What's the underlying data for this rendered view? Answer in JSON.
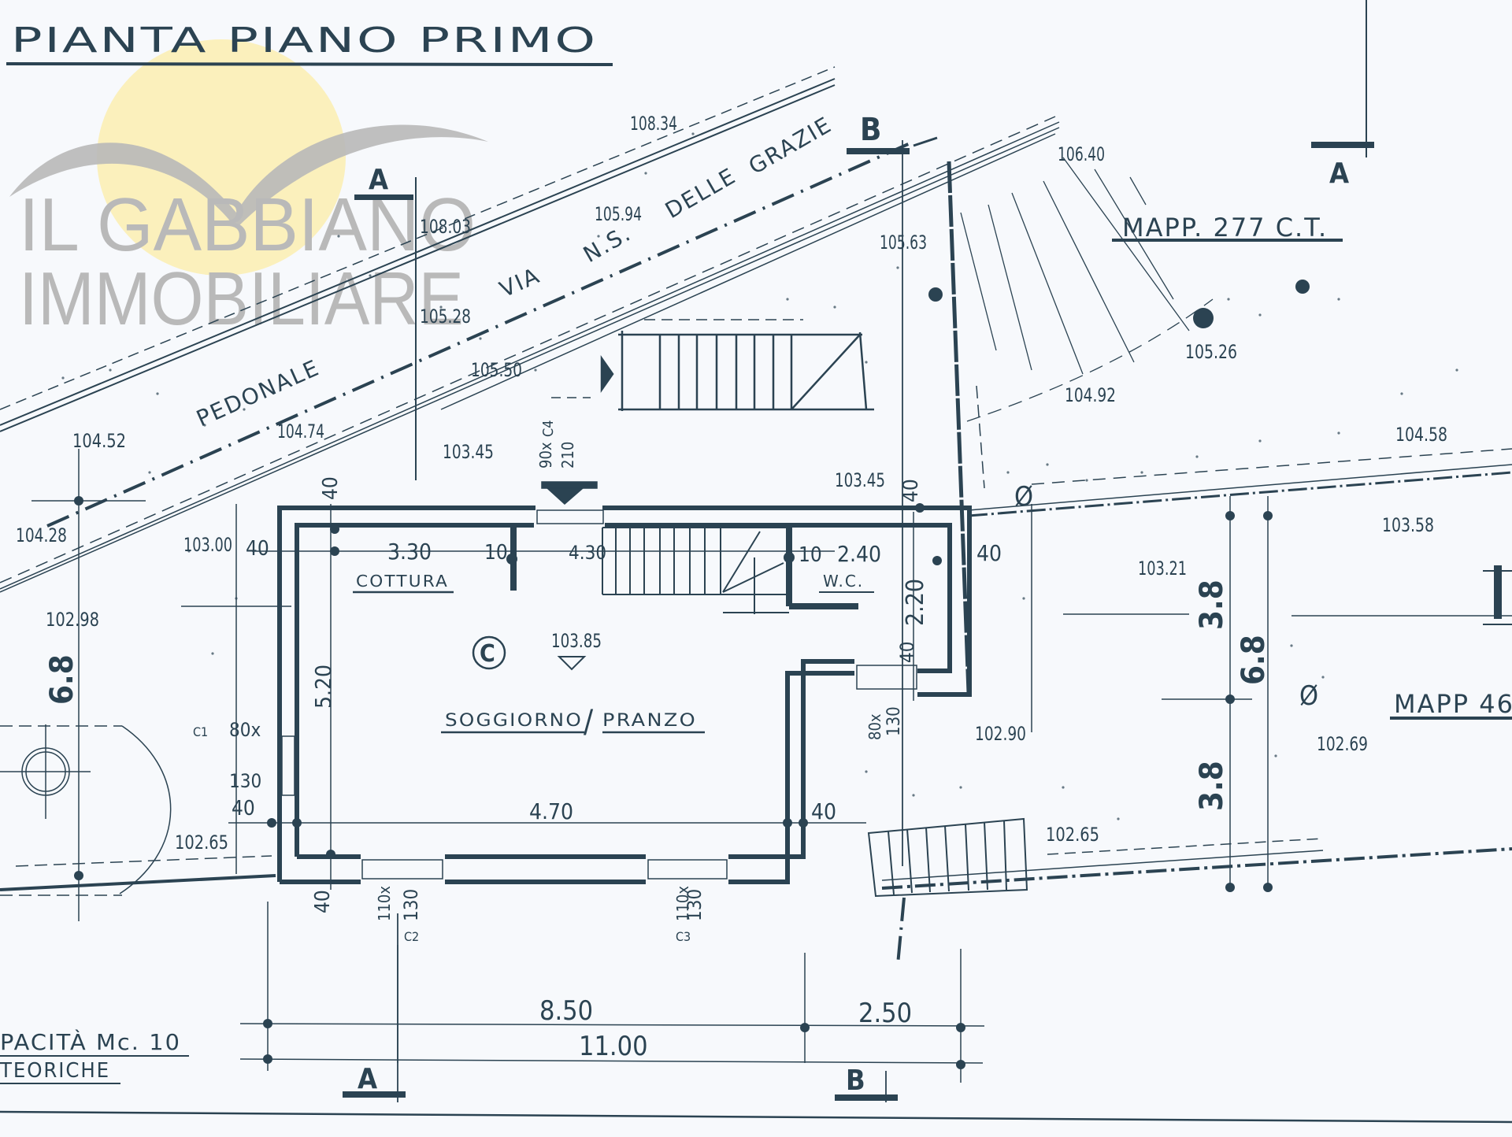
{
  "title": "PIANTA  PIANO PRIMO",
  "watermark": {
    "line1": "IL GABBIANO",
    "line2": "IMMOBILIARE",
    "sun_color": "#fbeeb0",
    "gull_color": "#b8b8b8"
  },
  "colors": {
    "ink": "#2b4352",
    "paper": "#f7f9fc"
  },
  "street": {
    "name_via": "VIA",
    "name_ns": "N.S.",
    "name_delle": "DELLE",
    "name_grazie": "GRAZIE",
    "pedonale": "PEDONALE"
  },
  "parcels": {
    "mapp_277": "MAPP. 277 C.T.",
    "mapp_46": "MAPP 46"
  },
  "sections": {
    "a_top_left": "A",
    "b_top": "B",
    "a_top_right": "A",
    "a_bottom": "A",
    "b_bottom": "B"
  },
  "elevations": {
    "e108_34": "108.34",
    "e108_03": "108.03",
    "e105_94": "105.94",
    "e105_28": "105.28",
    "e105_63": "105.63",
    "e106_40": "106.40",
    "e105_50": "105.50",
    "e104_52": "104.52",
    "e104_74": "104.74",
    "e103_45_top": "103.45",
    "e104_28": "104.28",
    "e102_98": "102.98",
    "e103_00": "103.00",
    "e103_45_wall": "103.45",
    "e105_26": "105.26",
    "e104_92": "104.92",
    "e104_58": "104.58",
    "e103_58": "103.58",
    "e103_21": "103.21",
    "e103_85": "103.85",
    "e102_90": "102.90",
    "e102_69": "102.69",
    "e102_65_left": "102.65",
    "e102_65_right": "102.65"
  },
  "rooms": {
    "cottura": "COTTURA",
    "soggiorno": "SOGGIORNO",
    "slash": "/",
    "pranzo": "PRANZO",
    "wc": "W.C.",
    "unit_marker": "C"
  },
  "dimensions": {
    "d3_30": "3.30",
    "d10_a": "10",
    "d4_30": "4.30",
    "d10_b": "10",
    "d2_40": "2.40",
    "d40_top_left": "40",
    "d40_left": "40",
    "d40_top_right": "40",
    "d40_right": "40",
    "d2_20": "2.20",
    "d40_mid_right": "40",
    "d5_20": "5.20",
    "d4_70": "4.70",
    "d40_bottom_left": "40",
    "d40_bottom_mid": "40",
    "d40_left_low": "40",
    "d6_8_left": "6.8",
    "d3_8_upper": "3.8",
    "d6_8_right": "6.8",
    "d3_8_lower": "3.8",
    "d8_50": "8.50",
    "d2_50": "2.50",
    "d11_00": "11.00"
  },
  "openings": {
    "c1_label": "C1",
    "c1_w": "80x",
    "c1_h": "130",
    "c2_label": "C2",
    "c2_w": "110x",
    "c2_h": "130",
    "c3_label": "C3",
    "c3_w": "110x",
    "c3_h": "130",
    "c4_label": "C4",
    "c4_w": "90x",
    "c4_h": "210",
    "right_w": "80x",
    "right_h": "130"
  },
  "symbols": {
    "diameter_1": "Ø",
    "diameter_2": "Ø"
  },
  "notes": {
    "capacity": "PACITÀ Mc. 10",
    "teoriche": "TEORICHE"
  }
}
